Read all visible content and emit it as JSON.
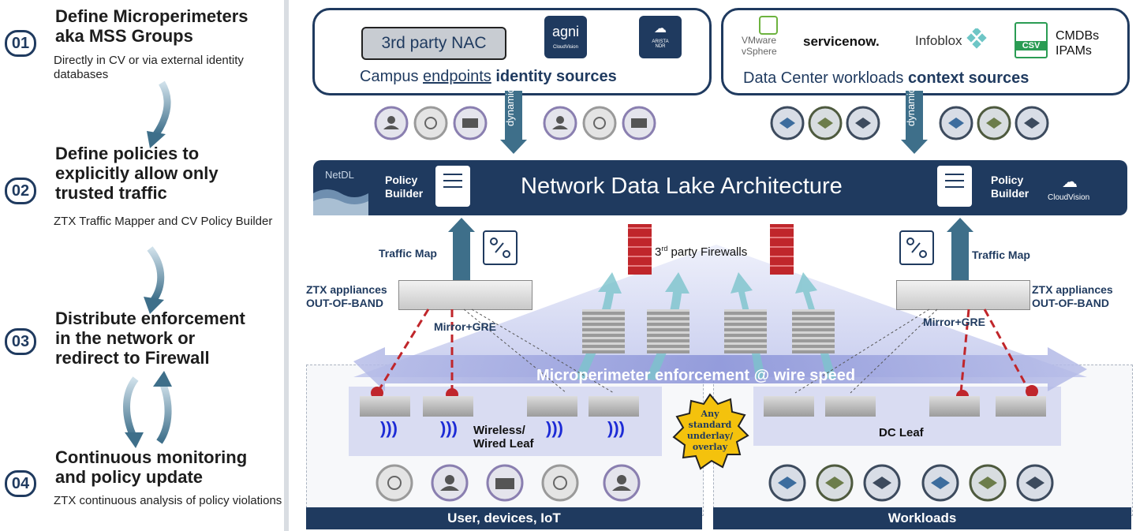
{
  "steps": [
    {
      "num": "01",
      "title_line1": "Define Microperimeters",
      "title_line2": "aka MSS Groups",
      "sub": "Directly in CV or via external identity databases"
    },
    {
      "num": "02",
      "title_line1": "Define policies to",
      "title_line2": "explicitly allow only",
      "title_line3": "trusted traffic",
      "sub": "ZTX Traffic Mapper and CV Policy Builder"
    },
    {
      "num": "03",
      "title_line1": "Distribute enforcement",
      "title_line2": "in the network or",
      "title_line3": "redirect to Firewall"
    },
    {
      "num": "04",
      "title_line1": "Continuous monitoring",
      "title_line2": "and policy update",
      "sub": "ZTX continuous analysis of policy violations"
    }
  ],
  "campus": {
    "nac_button": "3rd party NAC",
    "agni_logo": "agni",
    "agni_sub": "CloudVision",
    "arista_logo_line1": "ARISTA",
    "arista_logo_line2": "NDR",
    "title_prefix": "Campus ",
    "title_link": "endpoints",
    "title_suffix": " identity sources"
  },
  "dc": {
    "vmware_line1": "VMware",
    "vmware_line2": "vSphere",
    "servicenow": "servicenow.",
    "infoblox": "Infoblox",
    "csv_label": "CSV",
    "cmdb_line1": "CMDBs",
    "cmdb_line2": "IPAMs",
    "title_prefix": "Data Center workloads ",
    "title_bold": "context sources"
  },
  "dynamic_label": "dynamic",
  "datalake": {
    "netdl": "NetDL",
    "policy_builder_line1": "Policy",
    "policy_builder_line2": "Builder",
    "title": "Network Data Lake Architecture",
    "cloudvision": "CloudVision"
  },
  "traffic_map": "Traffic Map",
  "ztx_line1": "ZTX appliances",
  "ztx_line2": "OUT-OF-BAND",
  "mirror_gre": "Mirror+GRE",
  "firewalls_prefix": "3",
  "firewalls_sup": "rd",
  "firewalls_suffix": " party Firewalls",
  "enforcement": "Microperimeter enforcement  @ wire speed",
  "wireless_line1": "Wireless/",
  "wireless_line2": "Wired Leaf",
  "underlay_line1": "Any",
  "underlay_line2": "standard",
  "underlay_line3": "underlay/",
  "underlay_line4": "overlay",
  "dc_leaf": "DC Leaf",
  "bottom_left": "User, devices, IoT",
  "bottom_right": "Workloads",
  "colors": {
    "navy": "#1f3a5f",
    "arrow_teal": "#5aa1b8",
    "firewall_red": "#c0262b",
    "wifi_blue": "#1d2bd6"
  },
  "icons": {
    "campus_endpoints": [
      "people-icon",
      "iot-icon",
      "printer-icon",
      "people-icon",
      "iot-icon",
      "printer-icon"
    ],
    "dc_workloads": [
      "layers-icon",
      "layers-icon",
      "layers-icon",
      "layers-icon",
      "layers-icon",
      "layers-icon"
    ]
  }
}
